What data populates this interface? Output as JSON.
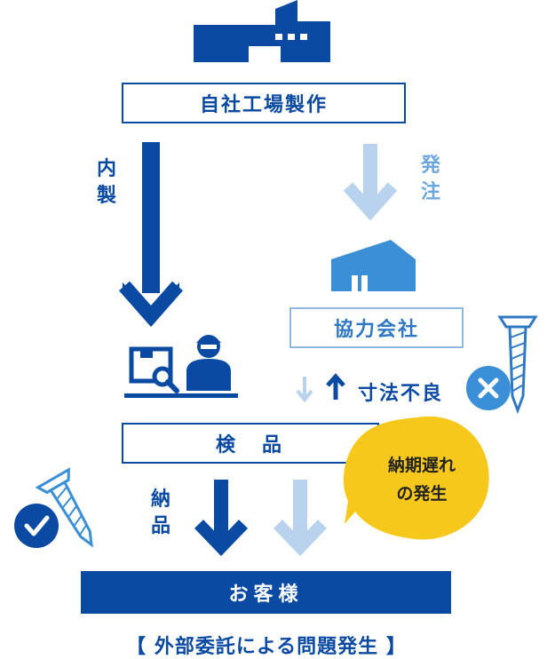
{
  "factory": {
    "label": "自社工場製作"
  },
  "flow": {
    "in_house": "内製",
    "order": "発注",
    "delivery": "納品"
  },
  "partner": {
    "label": "協力会社"
  },
  "defect": {
    "label": "寸法不良"
  },
  "inspection": {
    "label": "検　品"
  },
  "delay_bubble": {
    "line1": "納期遅れ",
    "line2": "の発生"
  },
  "customer": {
    "label": "お客様"
  },
  "caption": "【 外部委託による問題発生 】",
  "colors": {
    "dark_blue": "#0b4aa2",
    "mid_blue": "#2f78c4",
    "light_blue": "#b9d3ee",
    "accent_blue": "#3a8fd6",
    "yellow": "#f7c81c"
  }
}
